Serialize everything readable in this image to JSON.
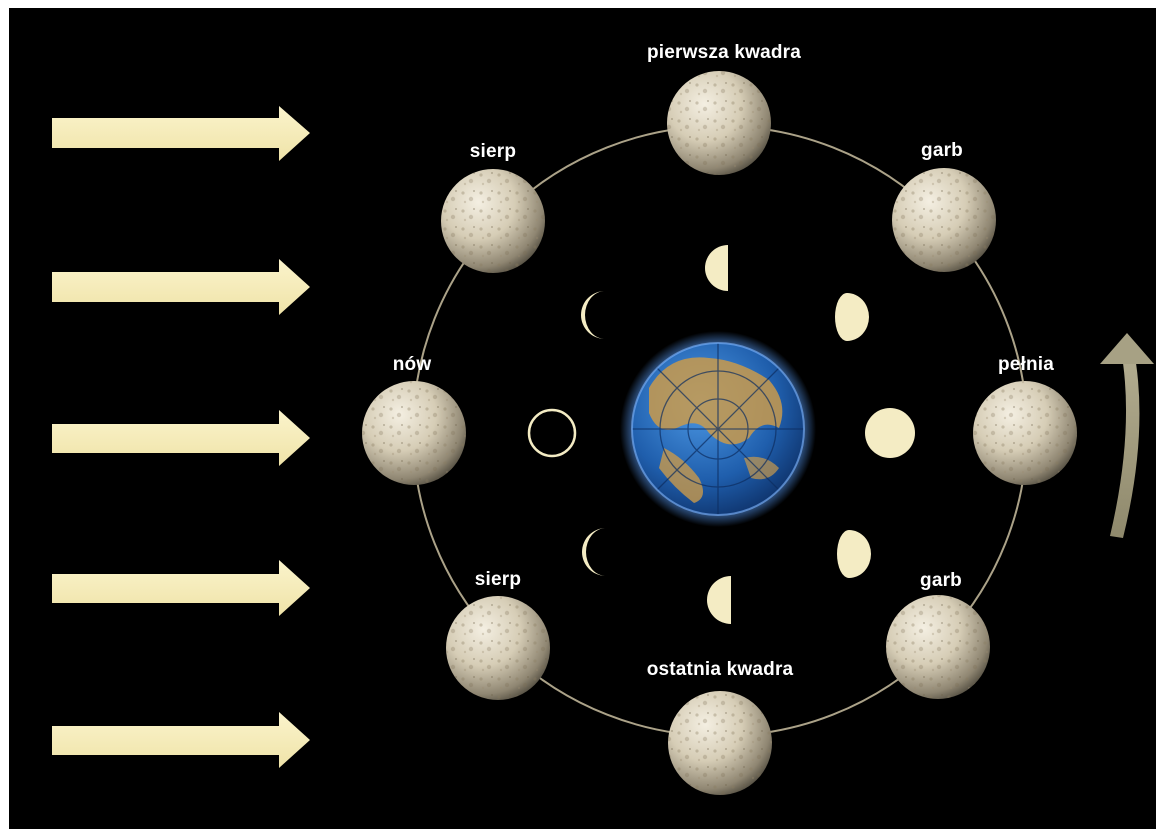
{
  "colors": {
    "background": "#000000",
    "sun_arrow": "#f7eebb",
    "orbit": "#c9bea0",
    "moon_surface": "#d8cfb8",
    "phase_fill": "#f4ecc4",
    "rotation_arrow": "#a39d80",
    "earth_ocean": "#1e5ca8",
    "earth_land": "#c89a4a"
  },
  "icons": {
    "sunlight": "sunlight-arrow-icon",
    "earth": "earth-icon",
    "moon": "moon-icon",
    "phase": "moon-phase-icon",
    "rotation": "orbit-direction-arrow-icon"
  },
  "labels": {
    "pierwsza_kwadra": "pierwsza kwadra",
    "garb_top": "garb",
    "pelnia": "pełnia",
    "garb_bottom": "garb",
    "ostatnia_kwadra": "ostatnia kwadra",
    "sierp_bottom": "sierp",
    "now": "nów",
    "sierp_top": "sierp"
  }
}
